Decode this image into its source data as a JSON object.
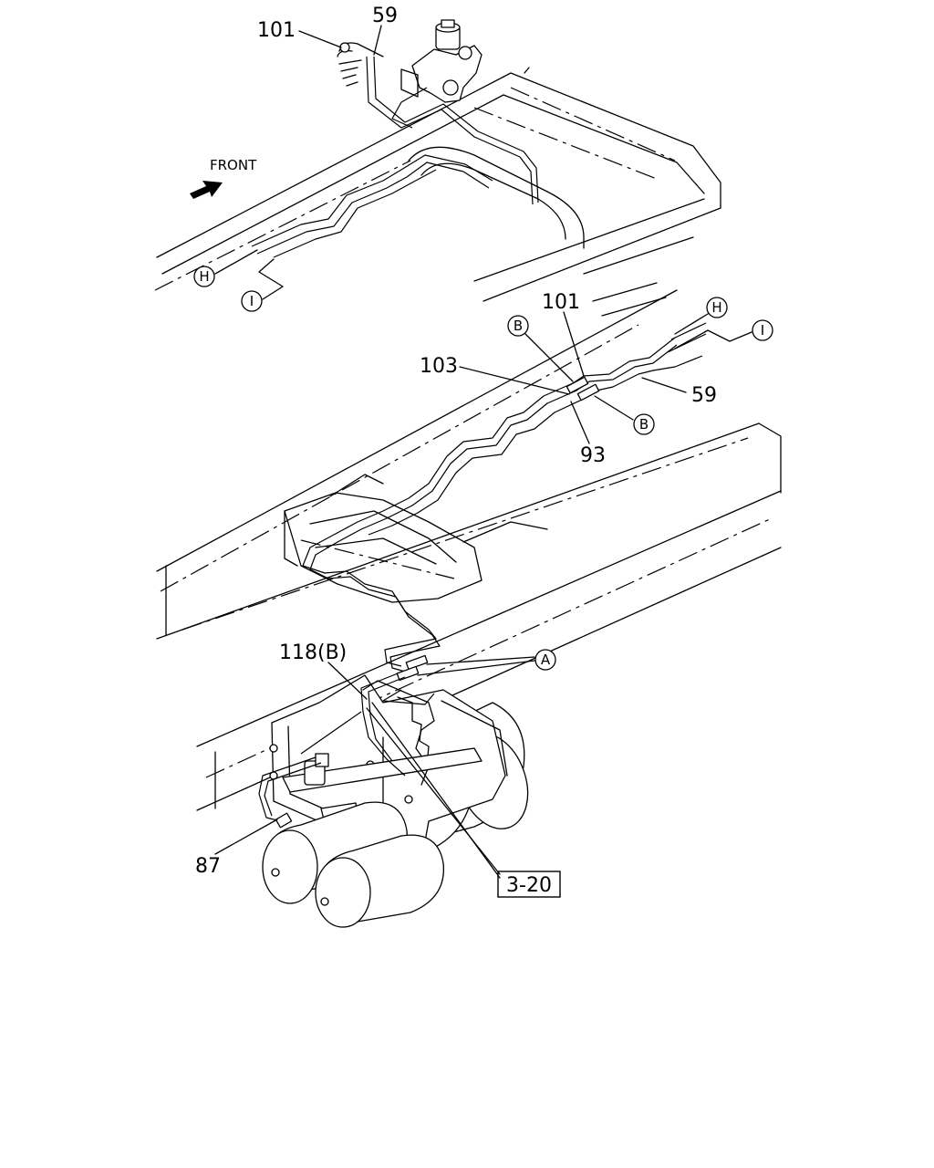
{
  "diagram": {
    "direction_label": "FRONT",
    "part_labels": {
      "p101_top": "101",
      "p59_top": "59",
      "p101_mid": "101",
      "p103": "103",
      "p59_mid": "59",
      "p93": "93",
      "p118b": "118(B)",
      "p87": "87"
    },
    "reference_box": "3-20",
    "circle_markers": {
      "h_top": "H",
      "i_top": "I",
      "b_upper": "B",
      "h_mid": "H",
      "i_mid": "I",
      "b_lower": "B",
      "a_mark": "A"
    }
  }
}
